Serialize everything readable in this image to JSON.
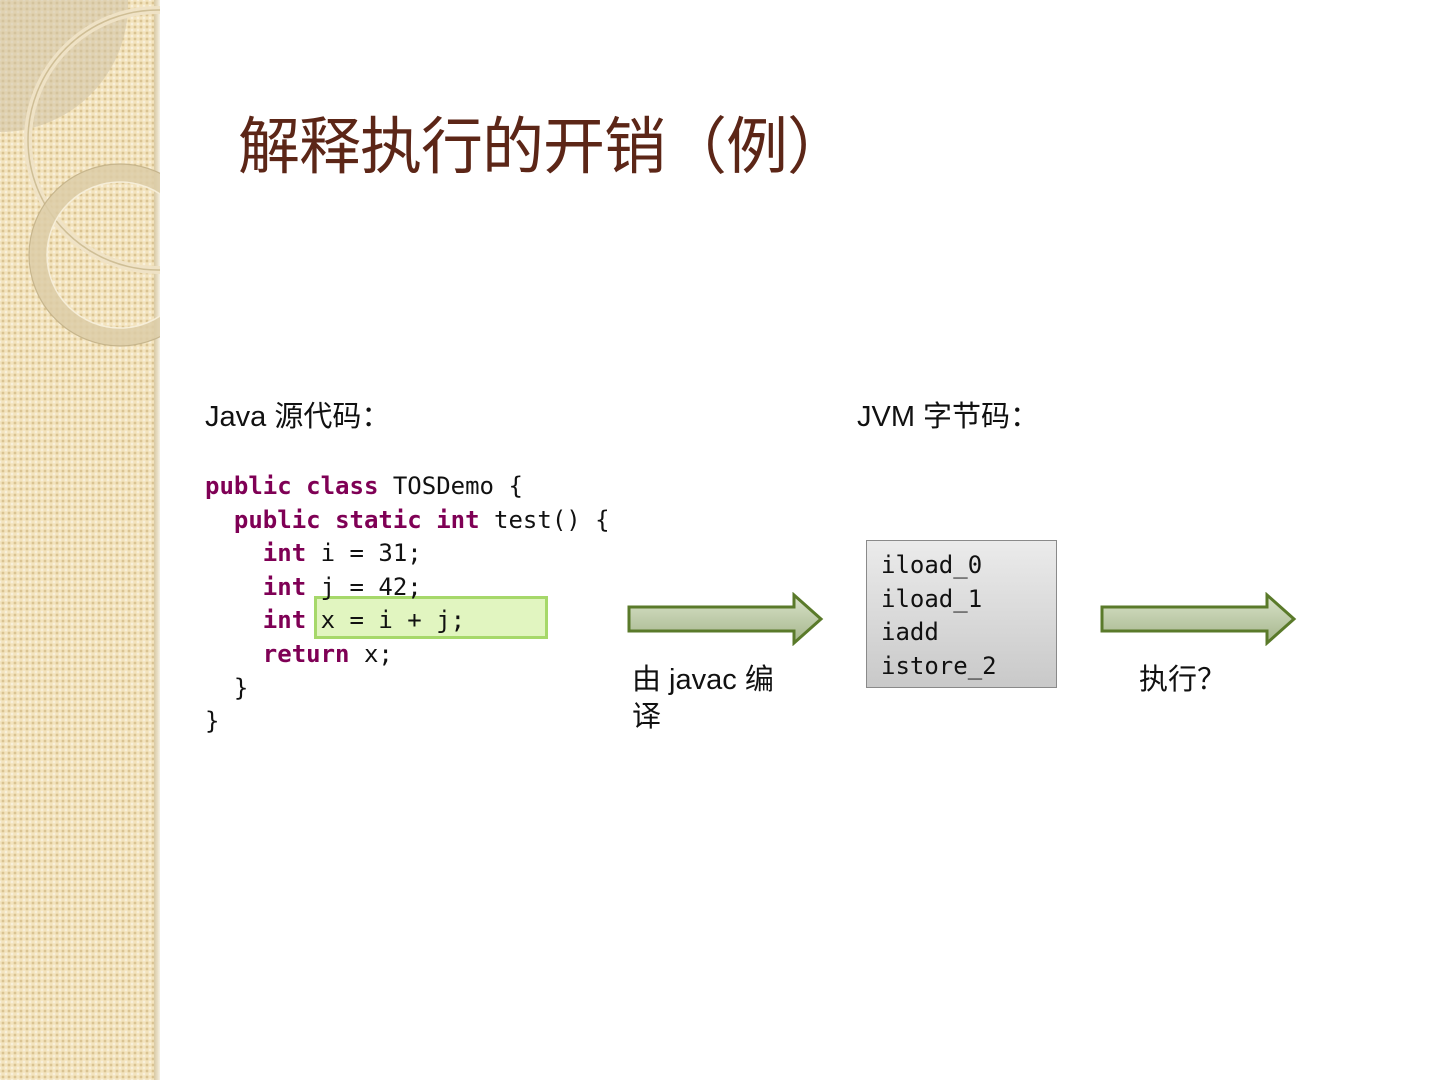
{
  "slide": {
    "title": "解释执行的开销（例）",
    "source_label": "Java 源代码：",
    "bytecode_label": "JVM 字节码：",
    "compile_caption": "由 javac 编译",
    "execute_caption": "执行？"
  },
  "code": {
    "line1": {
      "kw1": "public",
      "kw2": "class",
      "rest": " TOSDemo {"
    },
    "line2": {
      "kw1": "public",
      "kw2": "static",
      "kw3": "int",
      "rest": " test() {"
    },
    "line3": {
      "kw": "int",
      "rest": " i = 31;"
    },
    "line4": {
      "kw": "int",
      "rest": " j = 42;"
    },
    "line5": {
      "kw": "int",
      "rest": " x = i + j;"
    },
    "line6": {
      "kw": "return",
      "rest": " x;"
    },
    "line7": "}",
    "line8": "}"
  },
  "bytecode": [
    "iload_0",
    "iload_1",
    "iadd",
    "istore_2"
  ],
  "colors": {
    "title": "#5c2617",
    "keyword": "#7f0055",
    "arrow_fill": "#b7c8a0",
    "arrow_stroke": "#5a7a2a",
    "highlight": "#c8ec8c"
  }
}
